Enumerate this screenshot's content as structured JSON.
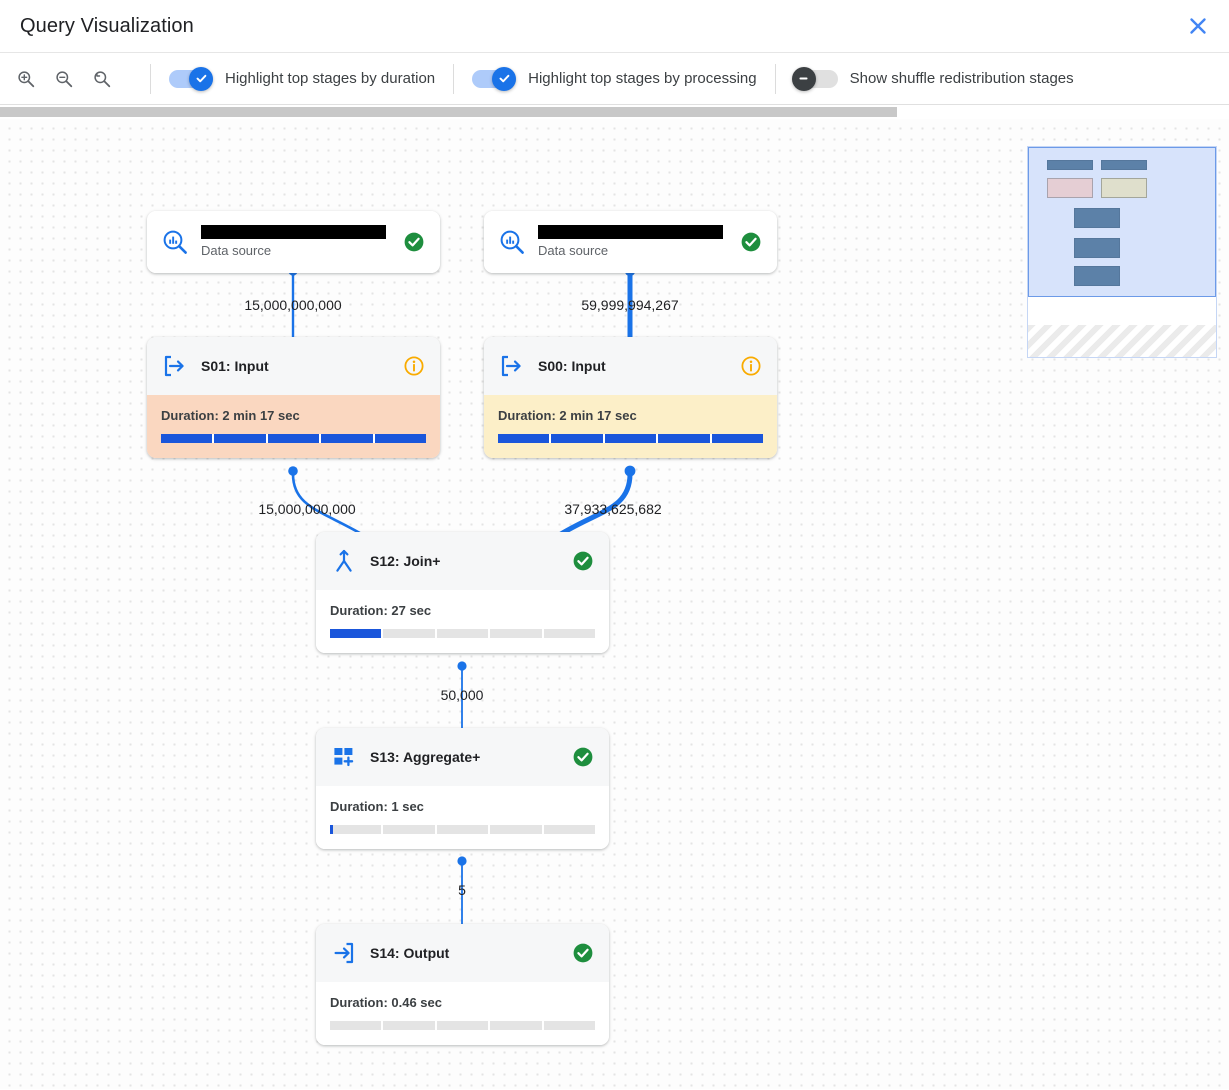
{
  "header": {
    "title": "Query Visualization",
    "close_icon": "close-icon"
  },
  "toolbar": {
    "zoom_in_icon": "zoom-in-icon",
    "zoom_out_icon": "zoom-out-icon",
    "zoom_reset_icon": "zoom-reset-icon",
    "toggles": [
      {
        "label": "Highlight top stages by duration",
        "state": "on"
      },
      {
        "label": "Highlight top stages by processing",
        "state": "on"
      },
      {
        "label": "Show shuffle redistribution stages",
        "state": "off"
      }
    ]
  },
  "graph": {
    "nodes": [
      {
        "id": "ds-left",
        "type": "data-source",
        "icon": "data-source-search-icon",
        "title": "",
        "title_redacted": true,
        "subtitle": "Data source",
        "status": "success",
        "status_icon": "check-circle-icon"
      },
      {
        "id": "ds-right",
        "type": "data-source",
        "icon": "data-source-search-icon",
        "title": "",
        "title_redacted": true,
        "subtitle": "Data source",
        "status": "success",
        "status_icon": "check-circle-icon"
      },
      {
        "id": "s01",
        "type": "stage",
        "icon": "input-arrow-icon",
        "title": "S01: Input",
        "status": "info",
        "status_icon": "info-circle-icon",
        "duration_label": "Duration: 2 min 17 sec",
        "progress_percent": 100,
        "highlight": "duration"
      },
      {
        "id": "s00",
        "type": "stage",
        "icon": "input-arrow-icon",
        "title": "S00: Input",
        "status": "info",
        "status_icon": "info-circle-icon",
        "duration_label": "Duration: 2 min 17 sec",
        "progress_percent": 100,
        "highlight": "processing"
      },
      {
        "id": "s12",
        "type": "stage",
        "icon": "join-icon",
        "title": "S12: Join+",
        "status": "success",
        "status_icon": "check-circle-icon",
        "duration_label": "Duration: 27 sec",
        "progress_percent": 20,
        "highlight": "none"
      },
      {
        "id": "s13",
        "type": "stage",
        "icon": "aggregate-icon",
        "title": "S13: Aggregate+",
        "status": "success",
        "status_icon": "check-circle-icon",
        "duration_label": "Duration: 1 sec",
        "progress_percent": 1,
        "highlight": "none"
      },
      {
        "id": "s14",
        "type": "stage",
        "icon": "output-arrow-icon",
        "title": "S14: Output",
        "status": "success",
        "status_icon": "check-circle-icon",
        "duration_label": "Duration: 0.46 sec",
        "progress_percent": 0,
        "highlight": "none"
      }
    ],
    "edges": [
      {
        "from": "ds-left",
        "to": "s01",
        "label": "15,000,000,000"
      },
      {
        "from": "ds-right",
        "to": "s00",
        "label": "59,999,994,267"
      },
      {
        "from": "s01",
        "to": "s12",
        "label": "15,000,000,000"
      },
      {
        "from": "s00",
        "to": "s12",
        "label": "37,933,625,682"
      },
      {
        "from": "s12",
        "to": "s13",
        "label": "50,000"
      },
      {
        "from": "s13",
        "to": "s14",
        "label": "5"
      }
    ]
  },
  "minimap": {
    "name": "minimap"
  },
  "colors": {
    "accent_blue": "#1a73e8",
    "edge_blue": "#1a73e8",
    "success_green": "#1e8e3e",
    "info_orange": "#f9ab00",
    "highlight_duration": "#fad7c0",
    "highlight_processing": "#fcefc8",
    "bar_fill": "#1a56db",
    "bar_track": "#e4e4e4"
  },
  "scrollbar": {
    "name": "horizontal-scrollbar"
  }
}
